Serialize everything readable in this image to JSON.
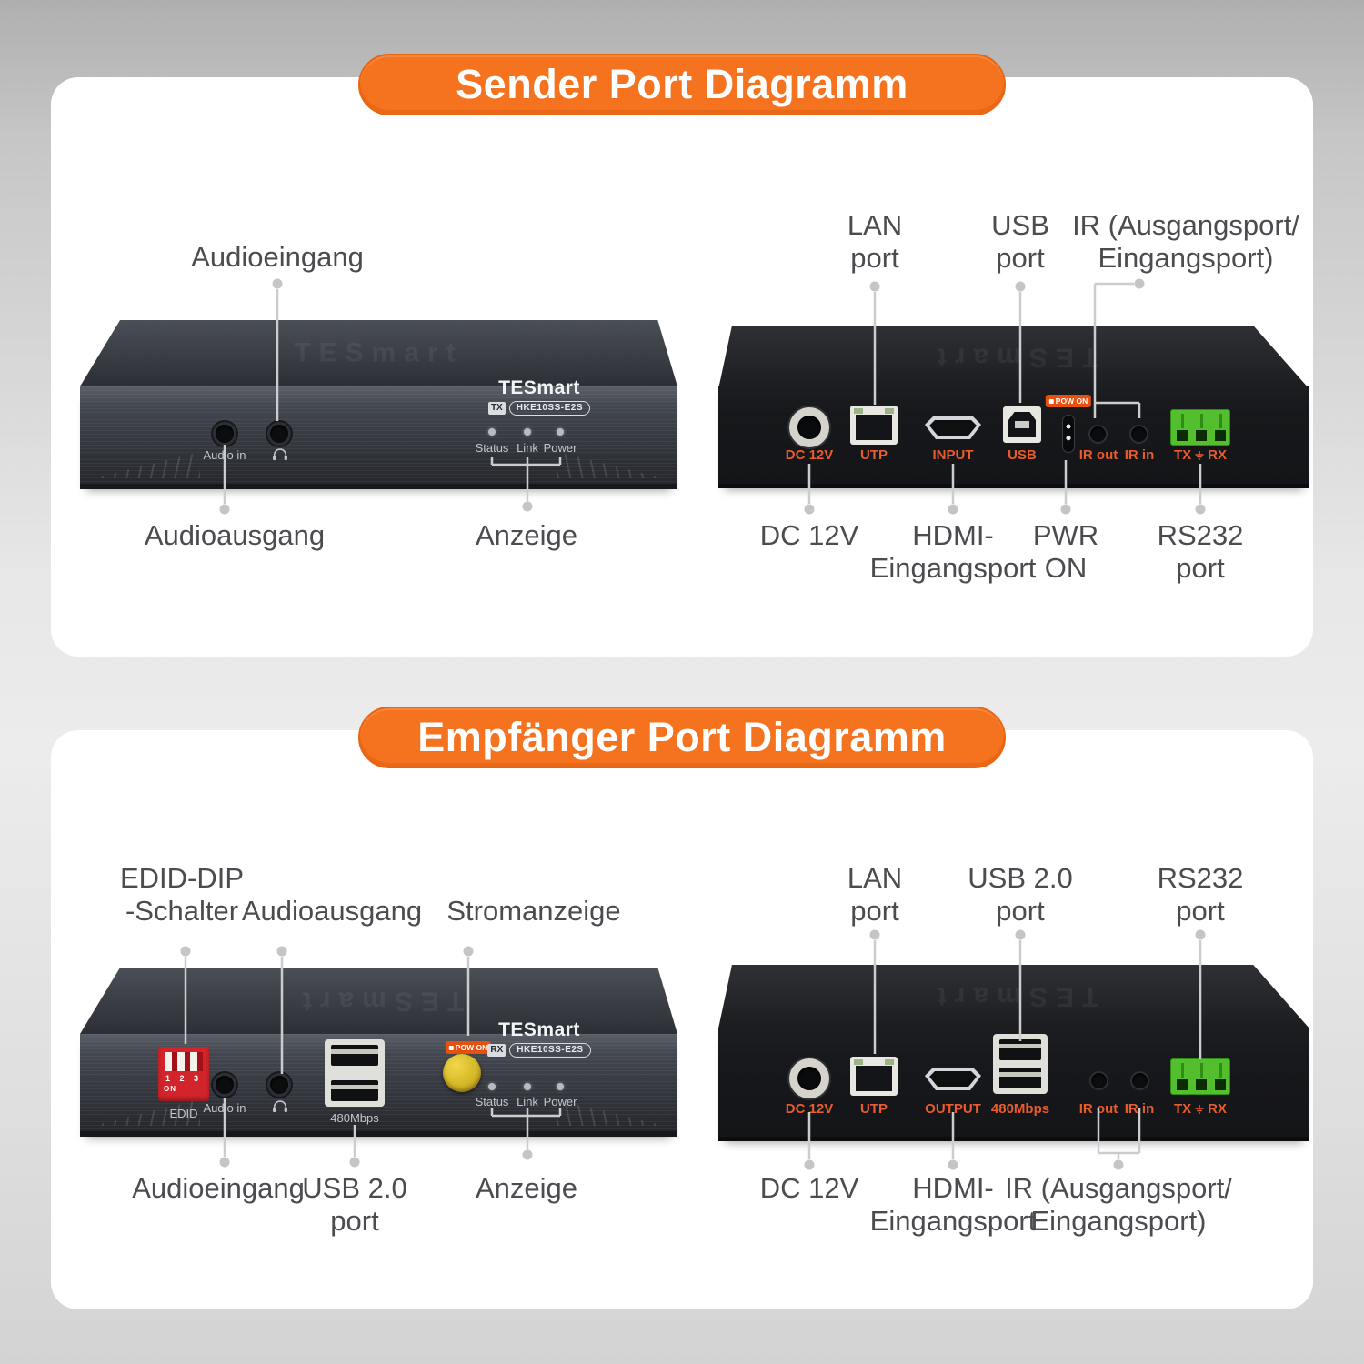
{
  "brand": "TESmart",
  "colors": {
    "accent_orange": "#F5721E",
    "port_label_orange": "#E95C2B",
    "terminal_green": "#54BF2E",
    "dip_red": "#D2242B",
    "button_yellow": "#D3B424",
    "callout_gray": "#CBCCCD",
    "label_gray": "#4B4C4F"
  },
  "sender": {
    "title": "Sender Port Diagramm",
    "front": {
      "model_prefix": "TX",
      "model": "HKE10SS-E2S",
      "audio_in_label": "Audio in",
      "leds": [
        "Status",
        "Link",
        "Power"
      ],
      "callouts": {
        "top": "Audioeingang",
        "bottom_left": "Audioausgang",
        "bottom_right": "Anzeige"
      }
    },
    "rear": {
      "port_labels": {
        "dc": "DC 12V",
        "utp": "UTP",
        "hdmi": "INPUT",
        "usb": "USB",
        "pow": "POW ON",
        "ir_out": "IR out",
        "ir_in": "IR in",
        "tx": "TX",
        "rx": "RX"
      },
      "callouts": {
        "lan": {
          "l1": "LAN",
          "l2": "port"
        },
        "usb": {
          "l1": "USB",
          "l2": "port"
        },
        "ir": {
          "l1": "IR (Ausgangsport/",
          "l2": "Eingangsport)"
        },
        "dc": "DC 12V",
        "hdmi": {
          "l1": "HDMI-",
          "l2": "Eingangsport"
        },
        "pwr": {
          "l1": "PWR",
          "l2": "ON"
        },
        "rs232": {
          "l1": "RS232",
          "l2": "port"
        }
      }
    }
  },
  "receiver": {
    "title": "Empfänger Port Diagramm",
    "front": {
      "model_prefix": "RX",
      "model": "HKE10SS-E2S",
      "dip_numbers": "1 2 3",
      "dip_on": "ON",
      "dip_label": "EDID",
      "audio_in_label": "Audio in",
      "usb_label": "480Mbps",
      "pow": "POW ON",
      "leds": [
        "Status",
        "Link",
        "Power"
      ],
      "callouts": {
        "edid": {
          "l1": "EDID-DIP",
          "l2": "-Schalter"
        },
        "audio_out": "Audioausgang",
        "power_indicator": "Stromanzeige",
        "audio_in": "Audioeingang",
        "usb": {
          "l1": "USB 2.0",
          "l2": "port"
        },
        "leds": "Anzeige"
      }
    },
    "rear": {
      "port_labels": {
        "dc": "DC 12V",
        "utp": "UTP",
        "hdmi": "OUTPUT",
        "usb": "480Mbps",
        "ir_out": "IR out",
        "ir_in": "IR in",
        "tx": "TX",
        "rx": "RX"
      },
      "callouts": {
        "lan": {
          "l1": "LAN",
          "l2": "port"
        },
        "usb": {
          "l1": "USB 2.0",
          "l2": "port"
        },
        "rs232": {
          "l1": "RS232",
          "l2": "port"
        },
        "dc": "DC 12V",
        "hdmi": {
          "l1": "HDMI-",
          "l2": "Eingangsport"
        },
        "ir": {
          "l1": "IR (Ausgangsport/",
          "l2": "Eingangsport)"
        }
      }
    }
  }
}
